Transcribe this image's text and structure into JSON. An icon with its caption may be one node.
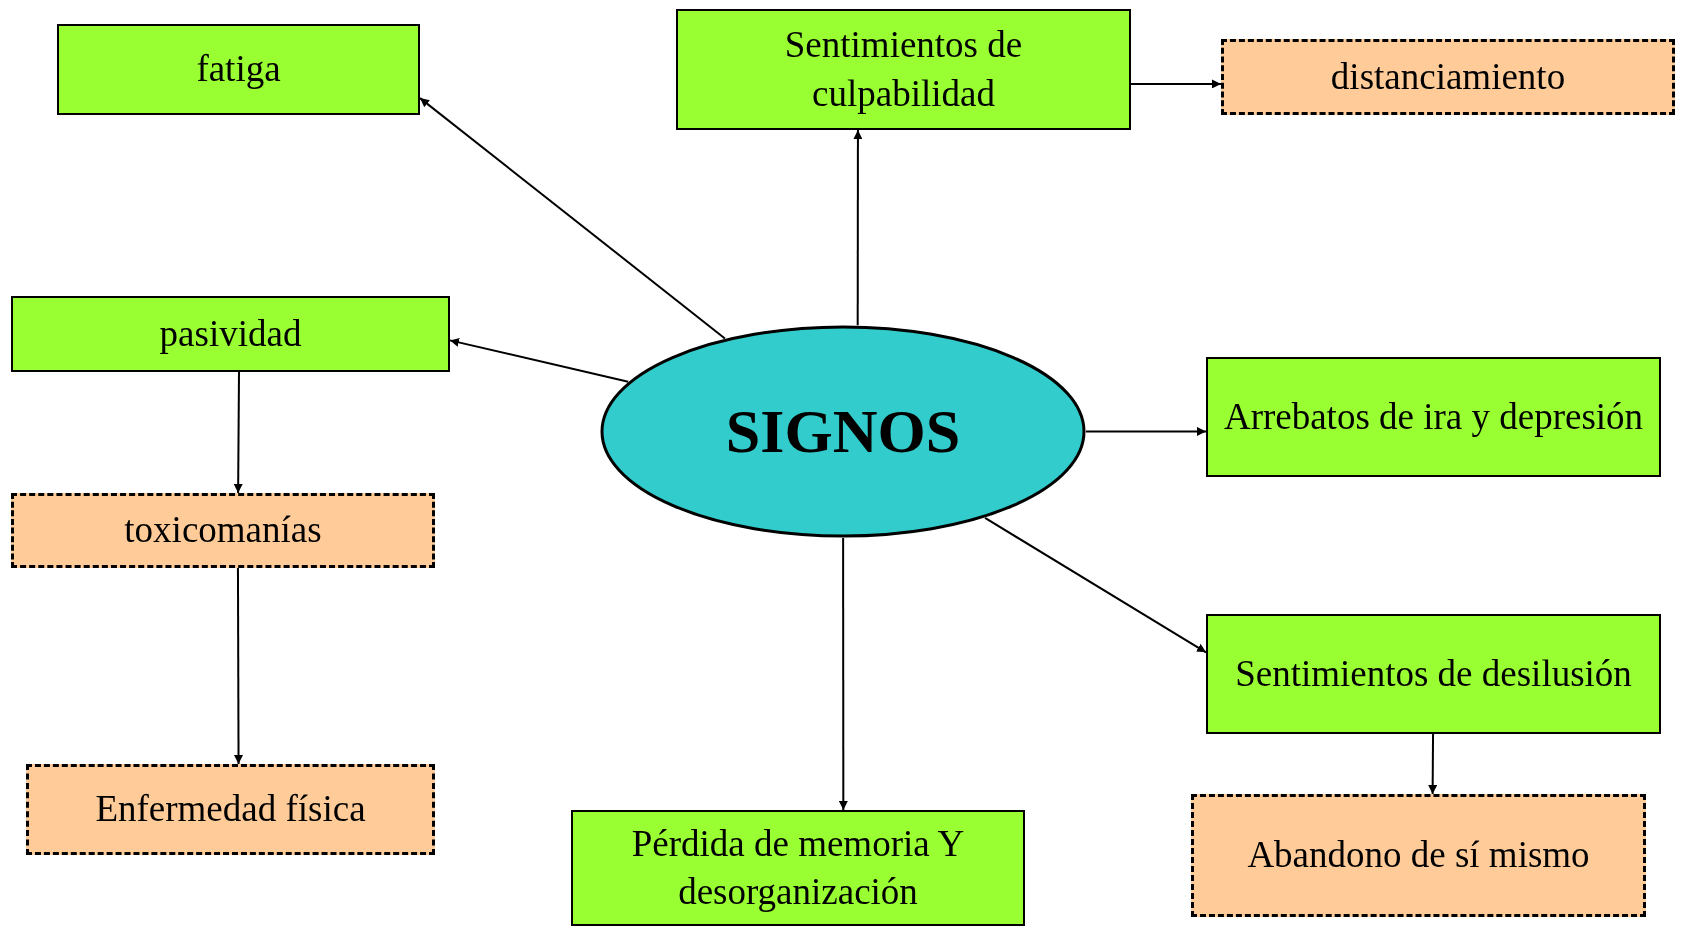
{
  "diagram": {
    "nodes": [
      {
        "text": [
          "SIGNOS"
        ]
      },
      {
        "text": [
          "fatiga"
        ]
      },
      {
        "text": [
          "Sentimientos de culpabilidad"
        ]
      },
      {
        "text": [
          "distanciamiento"
        ]
      },
      {
        "text": [
          "pasividad"
        ]
      },
      {
        "text": [
          "toxicomanías"
        ]
      },
      {
        "text": [
          "Enfermedad física"
        ]
      },
      {
        "text": [
          "Arrebatos de ira y depresión"
        ]
      },
      {
        "text": [
          "Sentimientos de desilusión"
        ]
      },
      {
        "text": [
          "Pérdida de memoria Y desorganización"
        ]
      },
      {
        "text": [
          "Abandono de sí mismo"
        ]
      }
    ],
    "edges": [
      {
        "from": 0,
        "to": 1,
        "arrow": "to"
      },
      {
        "from": 0,
        "to": 2,
        "arrow": "to"
      },
      {
        "from": 2,
        "to": 3,
        "arrow": "to"
      },
      {
        "from": 0,
        "to": 4,
        "arrow": "to"
      },
      {
        "from": 4,
        "to": 5,
        "arrow": "to"
      },
      {
        "from": 5,
        "to": 6,
        "arrow": "to"
      },
      {
        "from": 0,
        "to": 7,
        "arrow": "to"
      },
      {
        "from": 0,
        "to": 8,
        "arrow": "to"
      },
      {
        "from": 8,
        "to": 10,
        "arrow": "to"
      },
      {
        "from": 0,
        "to": 9,
        "arrow": "to"
      }
    ]
  }
}
